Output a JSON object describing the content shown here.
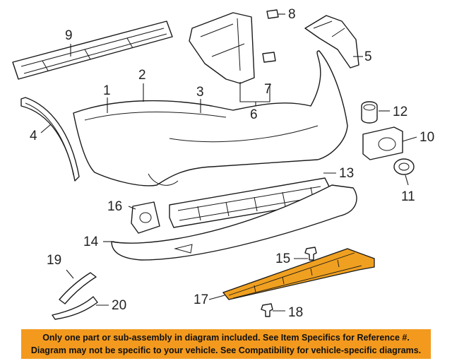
{
  "callouts": {
    "c1": "1",
    "c2": "2",
    "c3": "3",
    "c4": "4",
    "c5": "5",
    "c6": "6",
    "c7": "7",
    "c8": "8",
    "c9": "9",
    "c10": "10",
    "c11": "11",
    "c12": "12",
    "c13": "13",
    "c14": "14",
    "c15": "15",
    "c16": "16",
    "c17": "17",
    "c18": "18",
    "c19": "19",
    "c20": "20"
  },
  "highlight_color": "#f0a020",
  "disclaimer": {
    "line1": "Only one part or sub-assembly in diagram included. See Item Specifics for Reference #.",
    "line2": "Diagram may not be specific to your vehicle. See Compatibility for vehicle-specific diagrams.",
    "background": "#f39a1e"
  }
}
